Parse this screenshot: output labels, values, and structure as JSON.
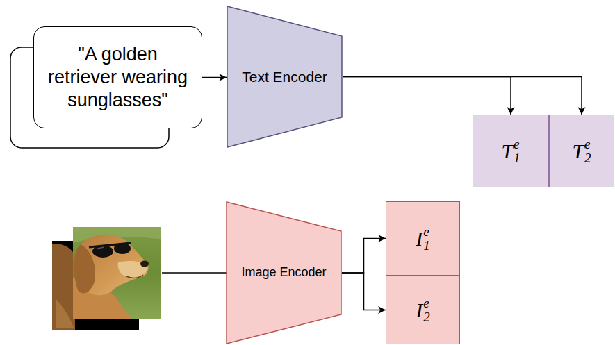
{
  "diagram": {
    "nodes": [
      {
        "text": [
          "\"A golden retriever wearing sunglasses\""
        ]
      },
      {
        "text": [
          "Text Encoder"
        ]
      },
      {
        "text": [
          "T",
          "1",
          "e"
        ]
      },
      {
        "text": [
          "T",
          "2",
          "e"
        ]
      },
      {
        "text": [
          "Image Encoder"
        ]
      },
      {
        "text": [
          "I",
          "1",
          "e"
        ]
      },
      {
        "text": [
          "I",
          "2",
          "e"
        ]
      }
    ],
    "edges": [
      {
        "from": 0,
        "to": 1,
        "arrow": "to"
      },
      {
        "from": 1,
        "to": 2,
        "arrow": "to"
      },
      {
        "from": 1,
        "to": 3,
        "arrow": "to"
      },
      {
        "from": 4,
        "to": 5,
        "arrow": "to"
      },
      {
        "from": 4,
        "to": 6,
        "arrow": "to"
      }
    ]
  }
}
